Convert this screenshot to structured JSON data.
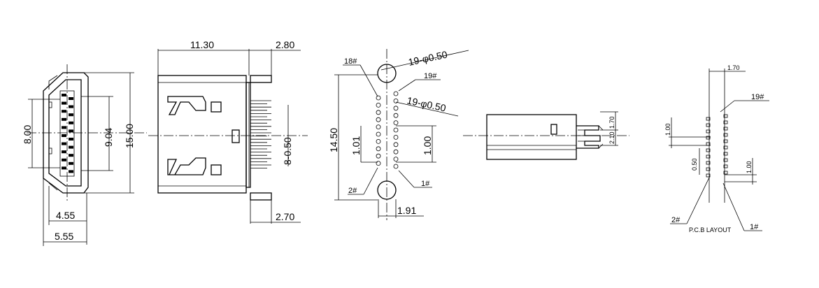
{
  "front_view": {
    "dim_height_inner": "8.00",
    "dim_height_mid": "9.04",
    "dim_height_outer": "15.00",
    "dim_width_inner": "4.55",
    "dim_width_outer": "5.55"
  },
  "side_view": {
    "dim_length": "11.30",
    "dim_tail_top": "2.80",
    "dim_tail_bottom": "2.70",
    "dim_pin_pitch": "8-0.50"
  },
  "footprint": {
    "hole_large": "19-φ0.50",
    "hole_small": "19-φ0.50",
    "dim_overall": "14.50",
    "dim_offset": "1.01",
    "dim_pitch_col": "1.00",
    "dim_width": "1.91",
    "pin_18": "18#",
    "pin_19": "19#",
    "pin_2": "2#",
    "pin_1": "1#"
  },
  "top_view": {
    "dim_a": "1.70",
    "dim_b": "2.10"
  },
  "pcb_layout": {
    "dim_top": "1.70",
    "dim_left_a": "1.00",
    "dim_left_b": "0.50",
    "dim_right": "1.00",
    "pin_19": "19#",
    "pin_2": "2#",
    "pin_1": "1#",
    "caption": "P.C.B LAYOUT"
  }
}
